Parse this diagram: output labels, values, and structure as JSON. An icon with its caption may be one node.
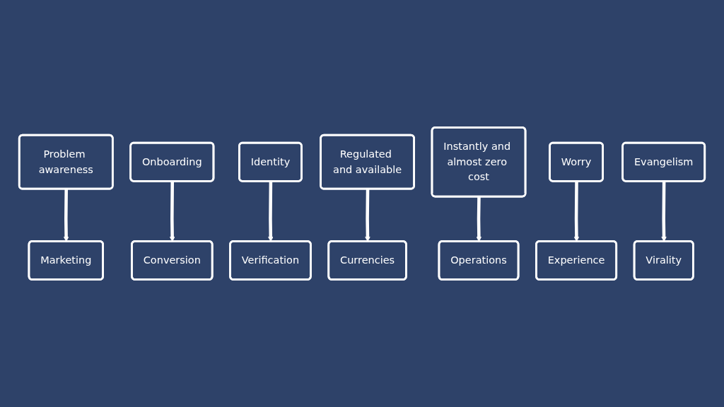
{
  "diagram": {
    "nodes": [
      {
        "text": [
          "Problem awareness"
        ]
      },
      {
        "text": [
          "Onboarding"
        ]
      },
      {
        "text": [
          "Identity"
        ]
      },
      {
        "text": [
          "Regulated and available"
        ]
      },
      {
        "text": [
          "Instantly and almost zero cost"
        ]
      },
      {
        "text": [
          "Worry"
        ]
      },
      {
        "text": [
          "Evangelism"
        ]
      },
      {
        "text": [
          "Marketing"
        ]
      },
      {
        "text": [
          "Conversion"
        ]
      },
      {
        "text": [
          "Verification"
        ]
      },
      {
        "text": [
          "Currencies"
        ]
      },
      {
        "text": [
          "Operations"
        ]
      },
      {
        "text": [
          "Experience"
        ]
      },
      {
        "text": [
          "Virality"
        ]
      }
    ],
    "edges": [
      {
        "from": 0,
        "to": 7,
        "arrow": "to"
      },
      {
        "from": 1,
        "to": 8,
        "arrow": "to"
      },
      {
        "from": 2,
        "to": 9,
        "arrow": "to"
      },
      {
        "from": 3,
        "to": 10,
        "arrow": "to"
      },
      {
        "from": 4,
        "to": 11,
        "arrow": "to"
      },
      {
        "from": 5,
        "to": 12,
        "arrow": "to"
      },
      {
        "from": 6,
        "to": 13,
        "arrow": "to"
      }
    ]
  }
}
